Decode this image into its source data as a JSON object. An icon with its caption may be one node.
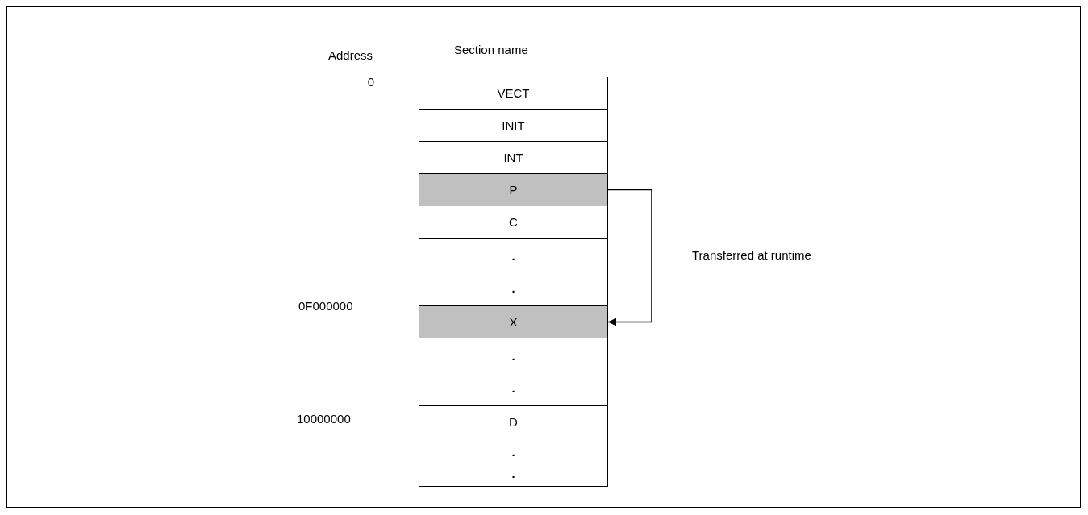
{
  "diagram": {
    "nodes": [
      {
        "text": [
          "VECT"
        ]
      },
      {
        "text": [
          "INIT"
        ]
      },
      {
        "text": [
          "INT"
        ]
      },
      {
        "text": [
          "P"
        ]
      },
      {
        "text": [
          "C"
        ]
      },
      {
        "text": [
          ". ."
        ]
      },
      {
        "text": [
          "X"
        ]
      },
      {
        "text": [
          ". ."
        ]
      },
      {
        "text": [
          "D"
        ]
      },
      {
        "text": [
          ". ."
        ]
      }
    ],
    "edges": [
      {
        "from": 3,
        "to": 6,
        "arrow": "to",
        "label": "Transferred at runtime"
      }
    ],
    "labels": [
      "Address",
      "Section name",
      "0",
      "0F000000",
      "10000000"
    ]
  }
}
